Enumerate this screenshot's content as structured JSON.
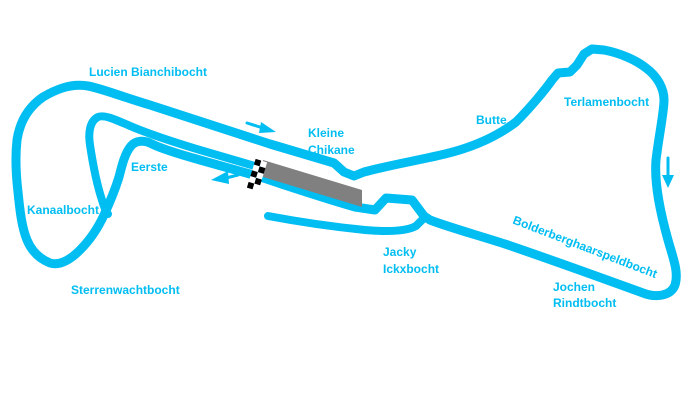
{
  "title": "Circuit Zolder track map",
  "colors": {
    "track_and_text": "#00bdf2",
    "pit_building": "#808080",
    "background": "#ffffff",
    "flag_dark": "#000000",
    "flag_light": "#ffffff"
  },
  "labels": {
    "lucien_bianchi": "Lucien Bianchibocht",
    "eerste": "Eerste",
    "kanaal": "Kanaalbocht",
    "sterrenwacht": "Sterrenwachtbocht",
    "kleine_line1": "Kleine",
    "kleine_line2": "Chikane",
    "butte": "Butte",
    "terlamen": "Terlamenbocht",
    "jacky_line1": "Jacky",
    "jacky_line2": "Ickxbocht",
    "bolderberg": "Bolderberghaarspeldbocht",
    "jochen_line1": "Jochen",
    "jochen_line2": "Rindtbocht"
  },
  "legend": {
    "start_finish_marker": "checkered flag",
    "direction_arrows": [
      "east-southeast along top straight",
      "west-northwest along start-finish straight",
      "south along right side"
    ]
  }
}
